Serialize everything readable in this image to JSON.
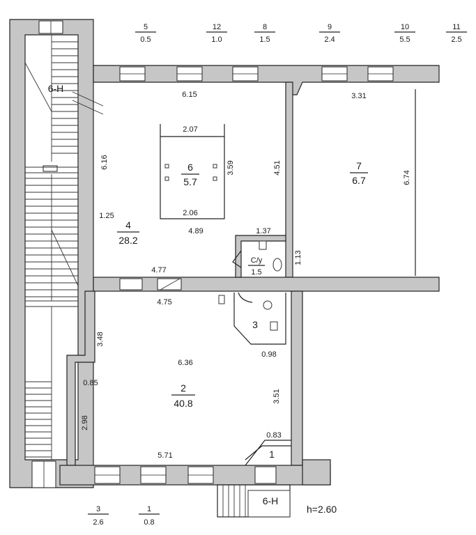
{
  "legend_top": [
    {
      "num": "5",
      "area": "0.5"
    },
    {
      "num": "12",
      "area": "1.0"
    },
    {
      "num": "8",
      "area": "1.5"
    },
    {
      "num": "9",
      "area": "2.4"
    },
    {
      "num": "10",
      "area": "5.5"
    },
    {
      "num": "11",
      "area": "2.5"
    }
  ],
  "legend_bottom": [
    {
      "num": "3",
      "area": "2.6"
    },
    {
      "num": "1",
      "area": "0.8"
    }
  ],
  "rooms": [
    {
      "num": "4",
      "area": "28.2"
    },
    {
      "num": "6",
      "area": "5.7"
    },
    {
      "num": "7",
      "area": "6.7"
    },
    {
      "num": "С/у",
      "area": "1.5"
    },
    {
      "num": "3",
      "area": ""
    },
    {
      "num": "2",
      "area": "40.8"
    },
    {
      "num": "1",
      "area": ""
    }
  ],
  "stair_labels": [
    "6-Н",
    "6-Н"
  ],
  "height_label": "h=2.60",
  "dims": [
    "6.15",
    "3.31",
    "2.07",
    "6.16",
    "3.59",
    "4.51",
    "6.74",
    "2.06",
    "1.25",
    "4.89",
    "1.37",
    "1.13",
    "4.77",
    "4.75",
    "3.48",
    "6.36",
    "0.98",
    "0.85",
    "3.51",
    "2.98",
    "0.83",
    "5.71"
  ]
}
